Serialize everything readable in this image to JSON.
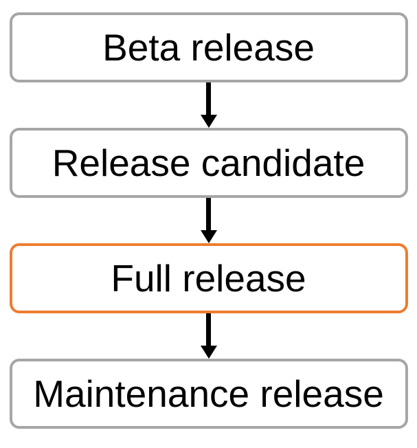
{
  "diagram": {
    "type": "flowchart",
    "direction": "top-down",
    "nodes": [
      {
        "label": "Beta release",
        "highlighted": false
      },
      {
        "label": "Release candidate",
        "highlighted": false
      },
      {
        "label": "Full release",
        "highlighted": true
      },
      {
        "label": "Maintenance release",
        "highlighted": false
      }
    ],
    "edges": [
      {
        "from": "Beta release",
        "to": "Release candidate"
      },
      {
        "from": "Release candidate",
        "to": "Full release"
      },
      {
        "from": "Full release",
        "to": "Maintenance release"
      }
    ],
    "colors": {
      "node_border": "#A6A6A6",
      "highlight_border": "#ED7D31",
      "node_fill": "#FFFFFF",
      "arrow": "#000000",
      "text": "#000000",
      "background": "#FFFFFF"
    }
  }
}
